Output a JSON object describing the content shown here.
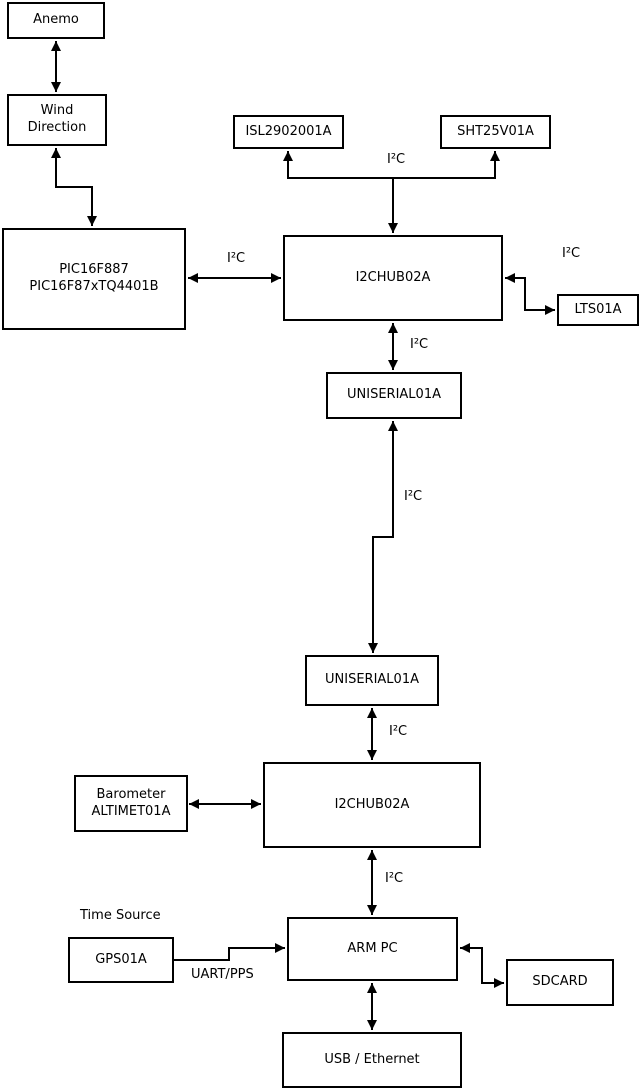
{
  "diagram": {
    "nodes": {
      "anemo": {
        "label": "Anemo"
      },
      "wind_direction": {
        "line1": "Wind",
        "line2": "Direction"
      },
      "pic": {
        "line1": "PIC16F887",
        "line2": "PIC16F87xTQ4401B"
      },
      "isl": {
        "label": "ISL2902001A"
      },
      "sht": {
        "label": "SHT25V01A"
      },
      "i2c_hub_1": {
        "label": "I2CHUB02A"
      },
      "lts": {
        "label": "LTS01A"
      },
      "uniserial_1": {
        "label": "UNISERIAL01A"
      },
      "uniserial_2": {
        "label": "UNISERIAL01A"
      },
      "barometer": {
        "line1": "Barometer",
        "line2": "ALTIMET01A"
      },
      "i2c_hub_2": {
        "label": "I2CHUB02A"
      },
      "gps": {
        "label": "GPS01A"
      },
      "arm_pc": {
        "label": "ARM PC"
      },
      "sdcard": {
        "label": "SDCARD"
      },
      "usb_ethernet": {
        "label": "USB / Ethernet"
      }
    },
    "edge_labels": {
      "i2c_pic_hub1": "I²C",
      "i2c_sensor_bus": "I²C",
      "i2c_hub1_lts": "I²C",
      "i2c_hub1_uniserial1": "I²C",
      "i2c_uniserial_link": "I²C",
      "i2c_uniserial2_hub2": "I²C",
      "i2c_hub2_armpc": "I²C",
      "time_source": "Time Source",
      "uart_pps": "UART/PPS"
    },
    "colors": {
      "line": "#000000",
      "background": "#ffffff"
    }
  }
}
